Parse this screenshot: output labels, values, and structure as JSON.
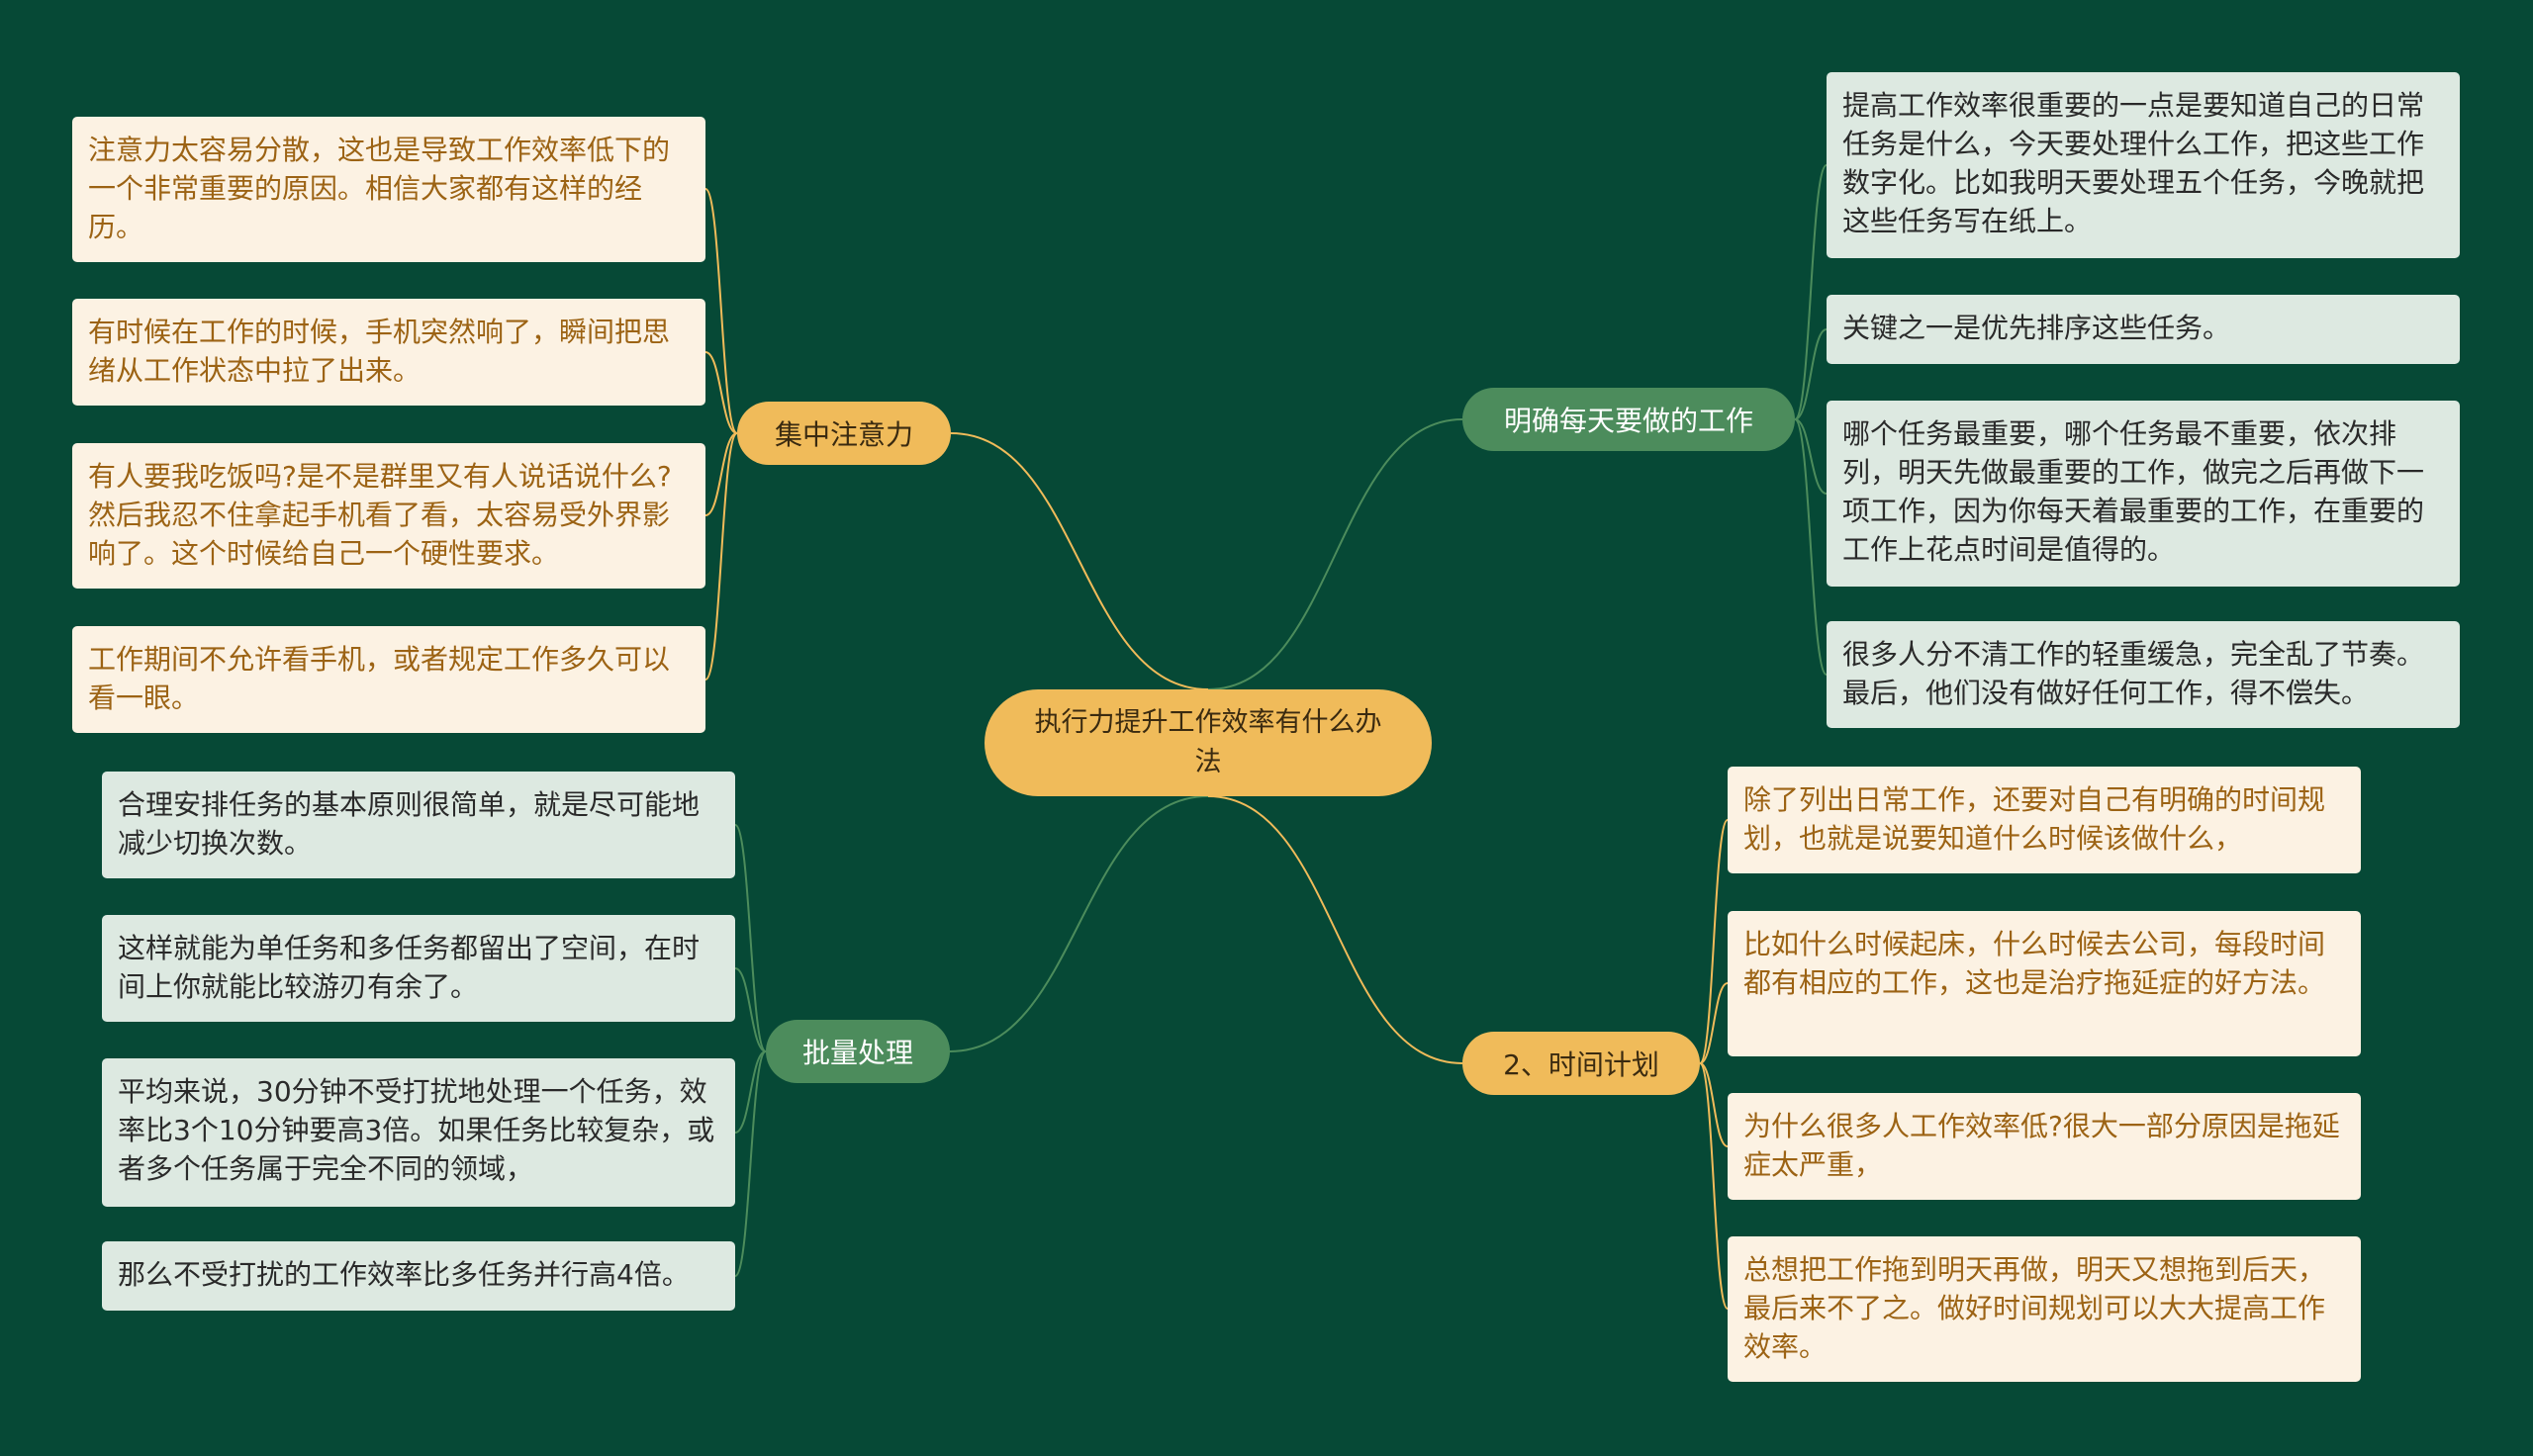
{
  "center": {
    "label": "执行力提升工作效率有什么办法"
  },
  "branches": [
    {
      "id": "focus",
      "label": "集中注意力",
      "color": "orange",
      "leaves": [
        "注意力太容易分散，这也是导致工作效率低下的一个非常重要的原因。相信大家都有这样的经历。",
        "有时候在工作的时候，手机突然响了，瞬间把思绪从工作状态中拉了出来。",
        "有人要我吃饭吗?是不是群里又有人说话说什么?然后我忍不住拿起手机看了看，太容易受外界影响了。这个时候给自己一个硬性要求。",
        "工作期间不允许看手机，或者规定工作多久可以看一眼。"
      ]
    },
    {
      "id": "daily",
      "label": "明确每天要做的工作",
      "color": "green",
      "leaves": [
        "提高工作效率很重要的一点是要知道自己的日常任务是什么，今天要处理什么工作，把这些工作数字化。比如我明天要处理五个任务，今晚就把这些任务写在纸上。",
        "关键之一是优先排序这些任务。",
        "哪个任务最重要，哪个任务最不重要，依次排列，明天先做最重要的工作，做完之后再做下一项工作，因为你每天着最重要的工作，在重要的工作上花点时间是值得的。",
        "很多人分不清工作的轻重缓急，完全乱了节奏。最后，他们没有做好任何工作，得不偿失。"
      ]
    },
    {
      "id": "batch",
      "label": "批量处理",
      "color": "green",
      "leaves": [
        "合理安排任务的基本原则很简单，就是尽可能地减少切换次数。",
        "这样就能为单任务和多任务都留出了空间，在时间上你就能比较游刃有余了。",
        "平均来说，30分钟不受打扰地处理一个任务，效率比3个10分钟要高3倍。如果任务比较复杂，或者多个任务属于完全不同的领域，",
        "那么不受打扰的工作效率比多任务并行高4倍。"
      ]
    },
    {
      "id": "plan",
      "label": "2、时间计划",
      "color": "orange",
      "leaves": [
        "除了列出日常工作，还要对自己有明确的时间规划，也就是说要知道什么时候该做什么，",
        "比如什么时候起床，什么时候去公司，每段时间都有相应的工作，这也是治疗拖延症的好方法。",
        "为什么很多人工作效率低?很大一部分原因是拖延症太严重，",
        "总想把工作拖到明天再做，明天又想拖到后天，最后来不了之。做好时间规划可以大大提高工作效率。"
      ]
    }
  ],
  "colors": {
    "background": "#064936",
    "orange": "#f0bb5a",
    "green": "#4c8c5c",
    "cream": "#fcf2e3",
    "mint": "#dde9e1"
  }
}
